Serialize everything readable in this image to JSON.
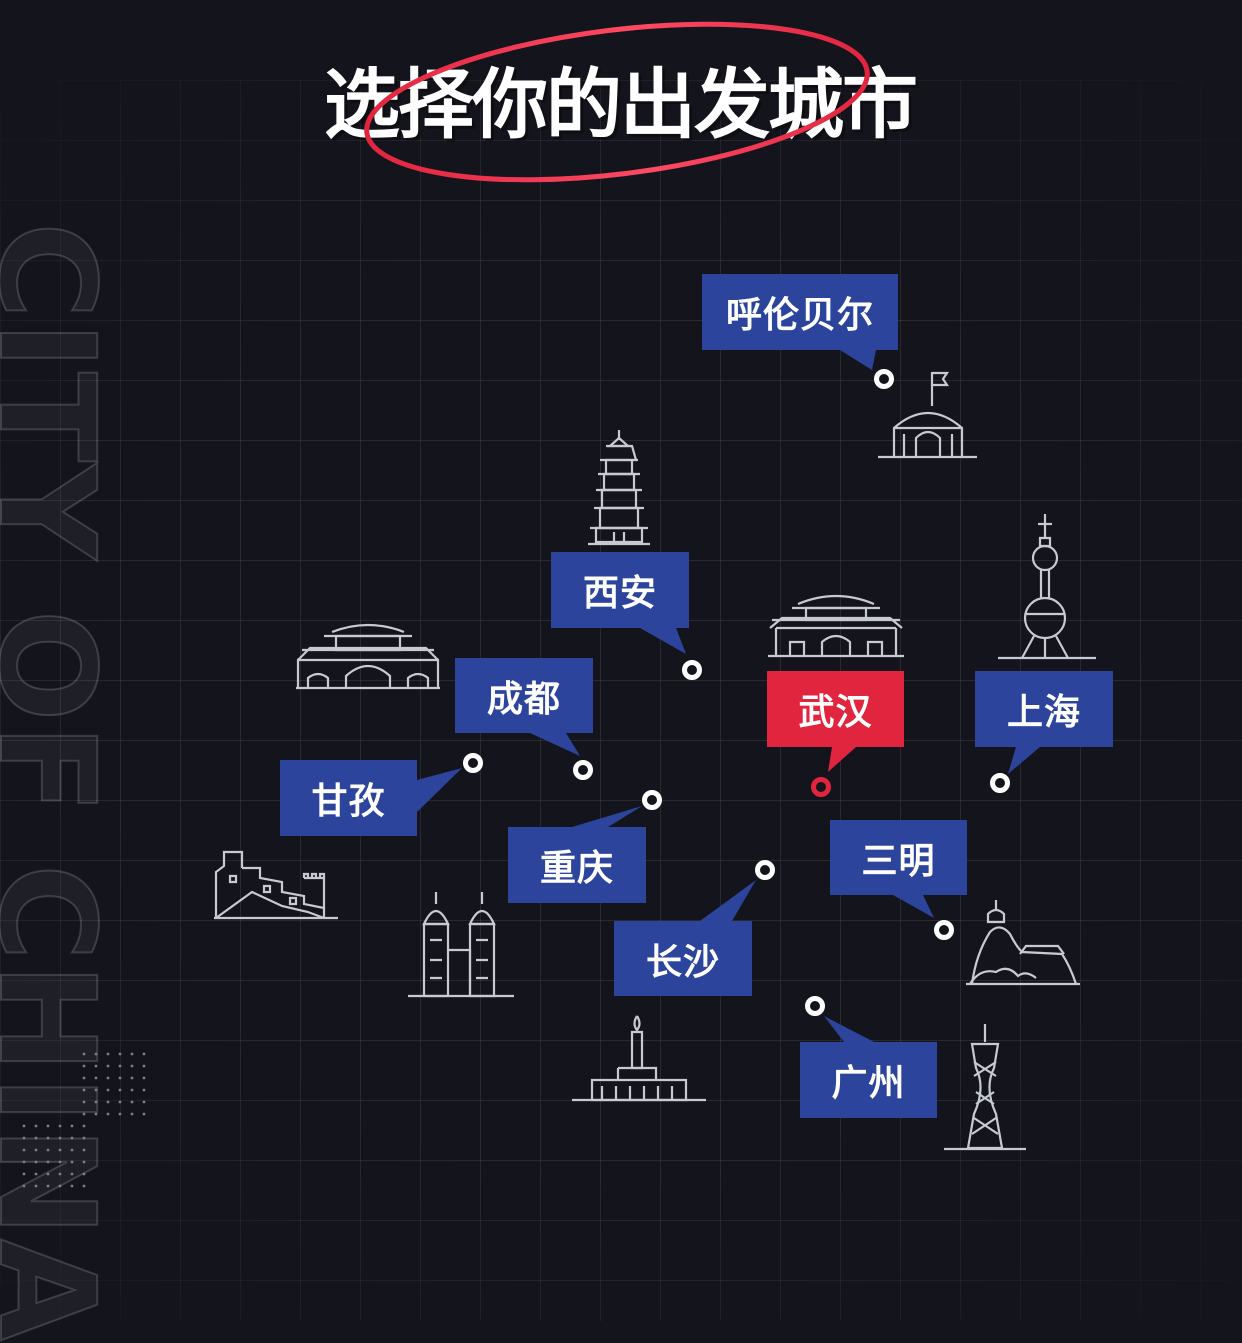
{
  "header": {
    "title": "选择你的出发城市"
  },
  "side_text": "CITY OF CHINA",
  "colors": {
    "background": "#14151c",
    "city_label": "#2c449c",
    "active": "#e1253e",
    "pin": "#ffffff"
  },
  "cities": [
    {
      "label": "呼伦贝尔",
      "active": false
    },
    {
      "label": "西安",
      "active": false
    },
    {
      "label": "成都",
      "active": false
    },
    {
      "label": "甘孜",
      "active": false
    },
    {
      "label": "重庆",
      "active": false
    },
    {
      "label": "武汉",
      "active": true
    },
    {
      "label": "上海",
      "active": false
    },
    {
      "label": "三明",
      "active": false
    },
    {
      "label": "长沙",
      "active": false
    },
    {
      "label": "广州",
      "active": false
    }
  ],
  "landmarks": [
    "mongolian-yurt-icon",
    "pagoda-icon",
    "gate-tower-icon",
    "temple-icon",
    "oriental-pearl-tower-icon",
    "great-wall-icon",
    "twin-tower-icon",
    "monument-icon",
    "canton-tower-icon",
    "mountain-pavilion-icon"
  ]
}
